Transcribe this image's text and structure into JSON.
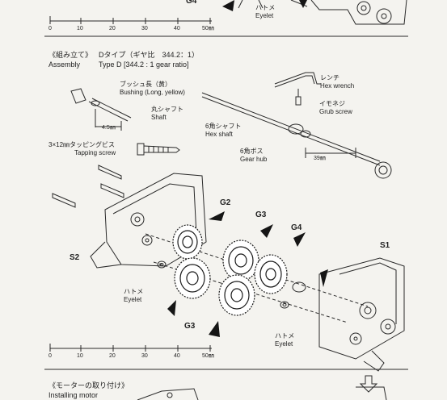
{
  "top_strip": {
    "callout": "G4",
    "eyelet_jp": "ハトメ",
    "eyelet_en": "Eyelet",
    "ruler": {
      "labels": [
        "0",
        "10",
        "20",
        "30",
        "40",
        "50㎜"
      ]
    }
  },
  "assembly": {
    "heading_jp": "《組み立て》",
    "heading_en": "Assembly",
    "type_jp": "Dタイプ（ギヤ比　344.2：1）",
    "type_en": "Type D [344.2 : 1 gear ratio]",
    "labels": {
      "bushing_jp": "ブッシュ長（黄）",
      "bushing_en": "Bushing (Long, yellow)",
      "shaft_jp": "丸シャフト",
      "shaft_en": "Shaft",
      "dim_45": "4.5㎜",
      "hex_wrench_jp": "レンチ",
      "hex_wrench_en": "Hex wrench",
      "grub_jp": "イモネジ",
      "grub_en": "Grub screw",
      "hex_shaft_jp": "6角シャフト",
      "hex_shaft_en": "Hex shaft",
      "gear_hub_jp": "6角ボス",
      "gear_hub_en": "Gear hub",
      "dim_39": "39㎜",
      "tapping_jp": "3×12㎜タッピングビス",
      "tapping_en": "Tapping screw",
      "g2": "G2",
      "g3_top": "G3",
      "g4": "G4",
      "s1": "S1",
      "s2": "S2",
      "g3_bottom": "G3",
      "eyelet_left_jp": "ハトメ",
      "eyelet_left_en": "Eyelet",
      "eyelet_right_jp": "ハトメ",
      "eyelet_right_en": "Eyelet"
    },
    "ruler": {
      "labels": [
        "0",
        "10",
        "20",
        "30",
        "40",
        "50㎜"
      ]
    }
  },
  "motor_section": {
    "heading_jp": "《モーターの取り付け》",
    "heading_en": "Installing motor"
  }
}
